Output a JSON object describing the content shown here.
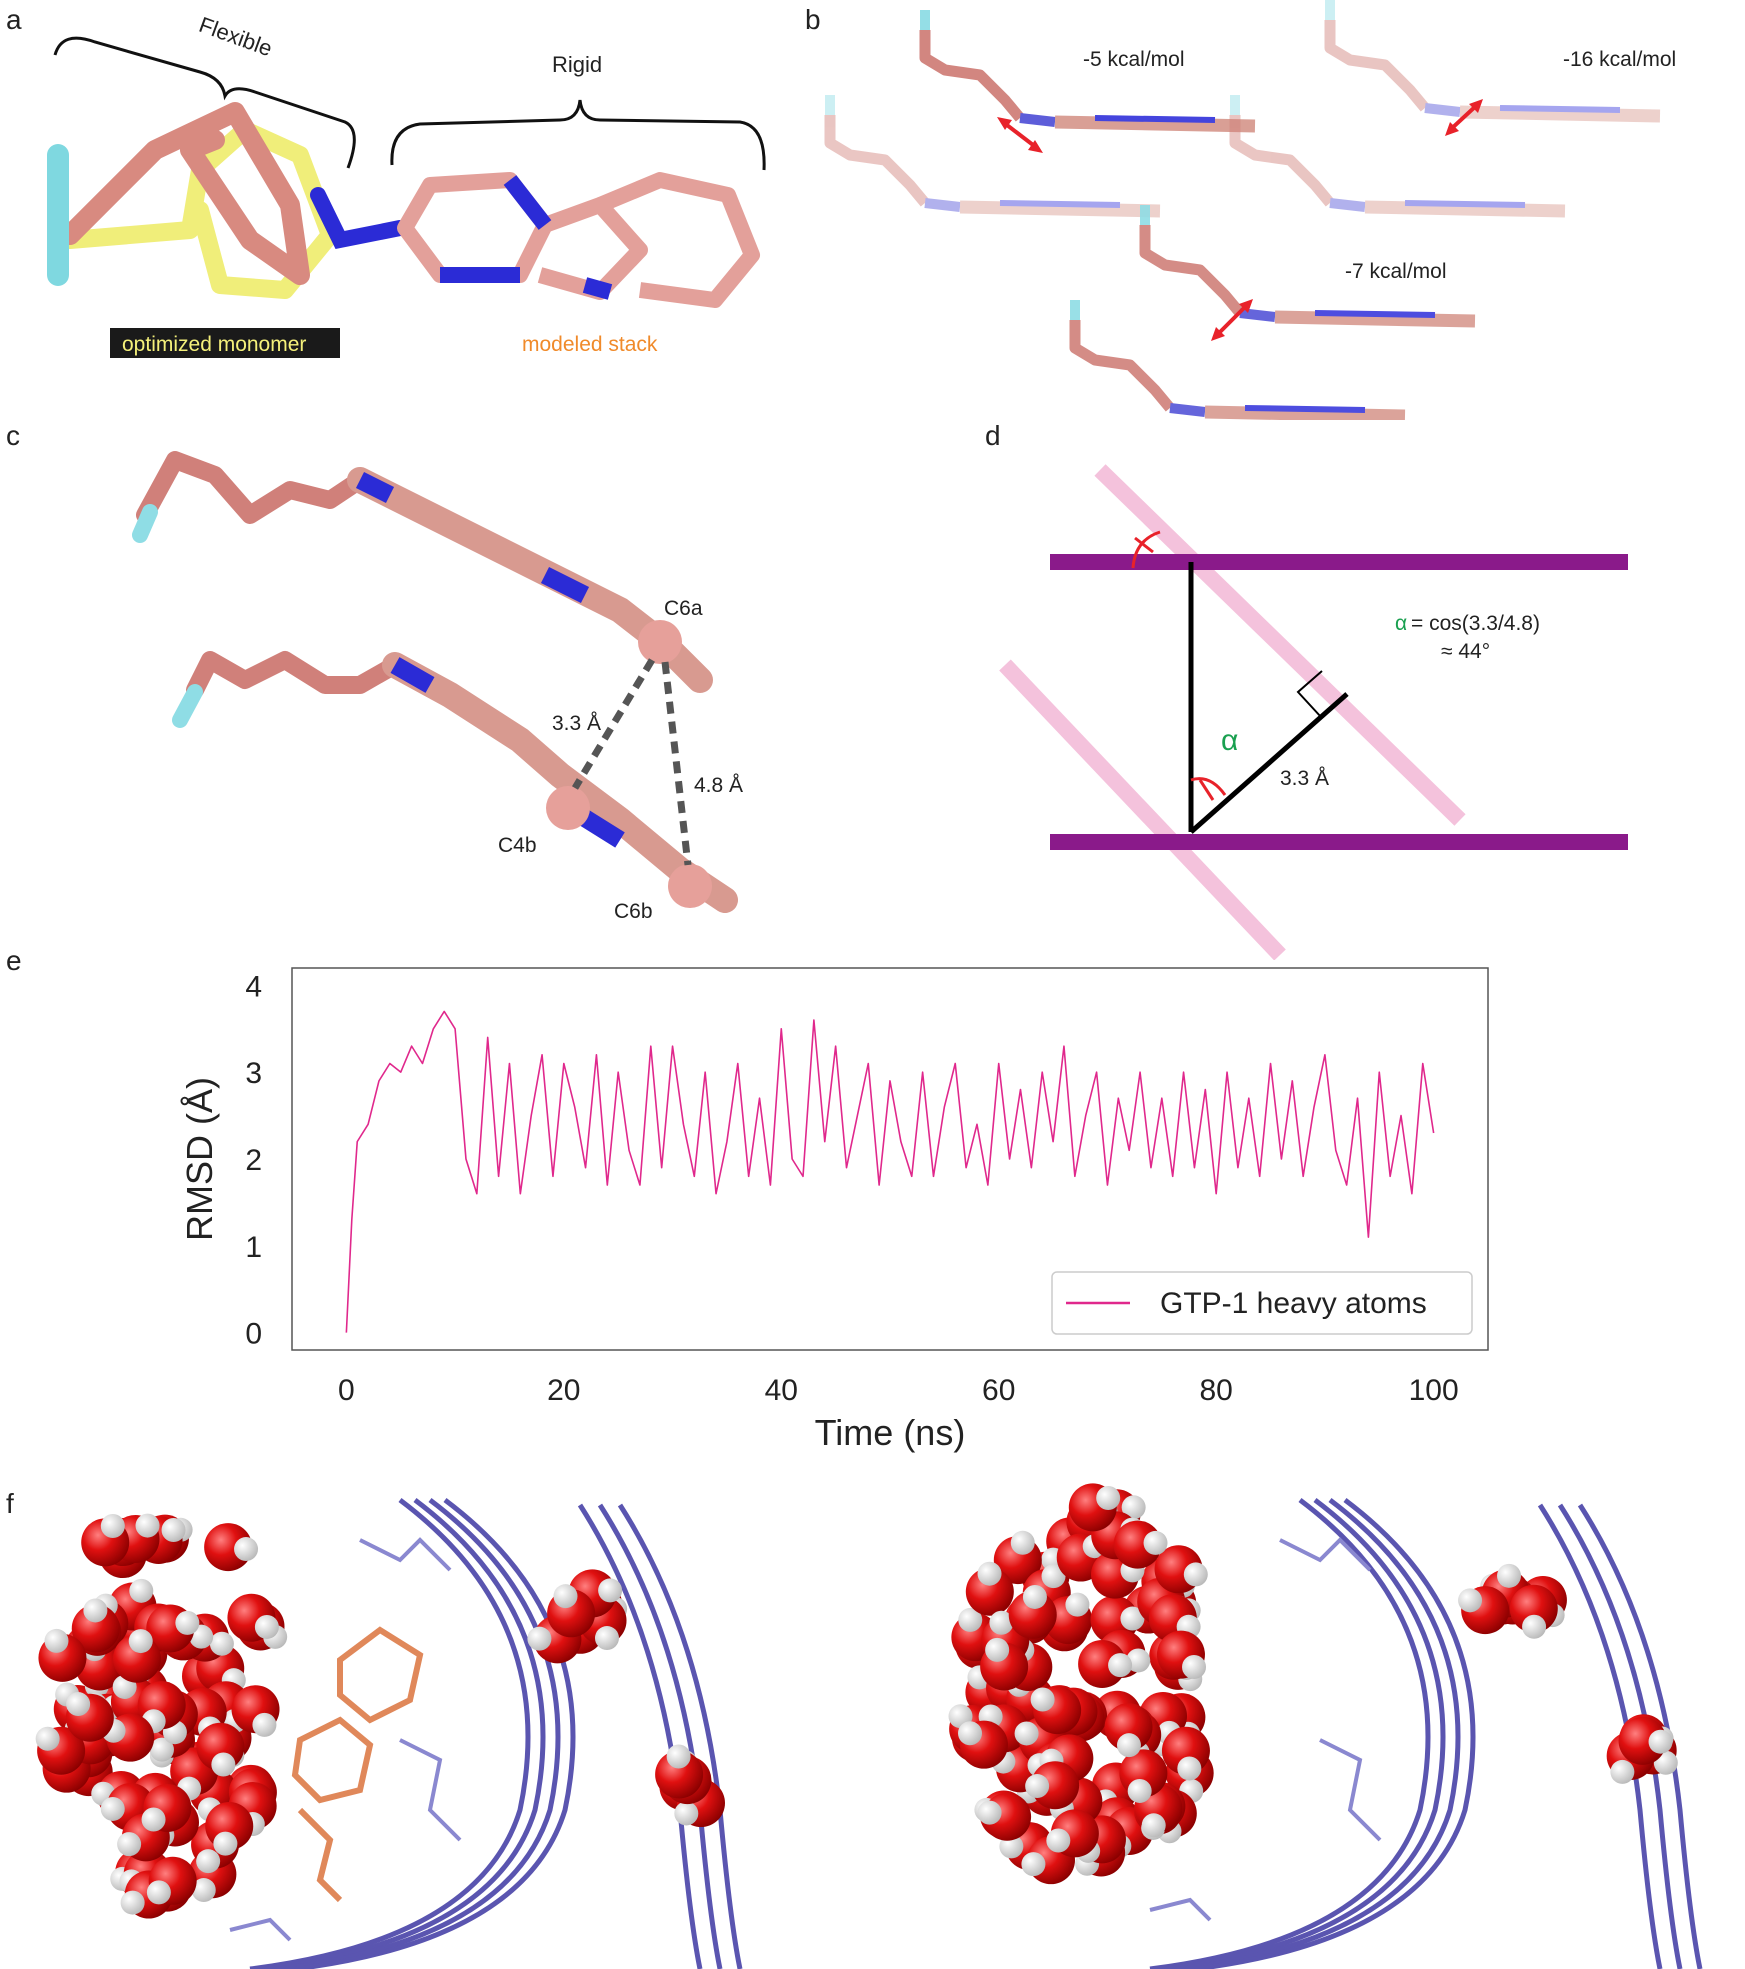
{
  "panels": {
    "a": {
      "label": "a",
      "bracket_left": "Flexible",
      "bracket_right": "Rigid",
      "legend_monomer": "optimized monomer",
      "legend_stack": "modeled stack",
      "colors": {
        "monomer": "#f4f07a",
        "stack": "#e08a70",
        "nitrogen": "#2b2bd6",
        "fluorine": "#7fd8e0"
      }
    },
    "b": {
      "label": "b",
      "energy_1": "-5 kcal/mol",
      "energy_2": "-16 kcal/mol",
      "energy_3": "-7 kcal/mol",
      "colors": {
        "arrow": "#e8222a"
      }
    },
    "c": {
      "label": "c",
      "atom_1": "C6a",
      "atom_2": "C4b",
      "atom_3": "C6b",
      "dist_1": "3.3 Å",
      "dist_2": "4.8 Å"
    },
    "d": {
      "label": "d",
      "alpha_symbol": "α",
      "formula_rest": "= cos(3.3/4.8)",
      "approx": "≈  44°",
      "dist": "3.3 Å",
      "colors": {
        "plane": "#8a1a8a",
        "tilted": "#f4c2dc",
        "alpha": "#1aa050",
        "angle": "#e8222a"
      }
    },
    "f": {
      "label": "f"
    }
  },
  "chart_data": {
    "type": "line",
    "panel_label": "e",
    "xlabel": "Time (ns)",
    "ylabel": "RMSD (Å)",
    "xlim": [
      -5,
      105
    ],
    "ylim": [
      -0.2,
      4.2
    ],
    "xticks": [
      0,
      20,
      40,
      60,
      80,
      100
    ],
    "yticks": [
      0,
      1,
      2,
      3,
      4
    ],
    "legend_position": "lower-right",
    "grid": false,
    "series": [
      {
        "name": "GTP-1 heavy atoms",
        "color": "#e0288c",
        "x": [
          0,
          0.5,
          1,
          2,
          3,
          4,
          5,
          6,
          7,
          8,
          9,
          10,
          11,
          12,
          13,
          14,
          15,
          16,
          17,
          18,
          19,
          20,
          21,
          22,
          23,
          24,
          25,
          26,
          27,
          28,
          29,
          30,
          31,
          32,
          33,
          34,
          35,
          36,
          37,
          38,
          39,
          40,
          41,
          42,
          43,
          44,
          45,
          46,
          47,
          48,
          49,
          50,
          51,
          52,
          53,
          54,
          55,
          56,
          57,
          58,
          59,
          60,
          61,
          62,
          63,
          64,
          65,
          66,
          67,
          68,
          69,
          70,
          71,
          72,
          73,
          74,
          75,
          76,
          77,
          78,
          79,
          80,
          81,
          82,
          83,
          84,
          85,
          86,
          87,
          88,
          89,
          90,
          91,
          92,
          93,
          94,
          95,
          96,
          97,
          98,
          99,
          100
        ],
        "y": [
          0.0,
          1.3,
          2.2,
          2.4,
          2.9,
          3.1,
          3.0,
          3.3,
          3.1,
          3.5,
          3.7,
          3.5,
          2.0,
          1.6,
          3.4,
          1.8,
          3.1,
          1.6,
          2.5,
          3.2,
          1.8,
          3.1,
          2.6,
          1.9,
          3.2,
          1.7,
          3.0,
          2.1,
          1.7,
          3.3,
          1.9,
          3.3,
          2.4,
          1.8,
          3.0,
          1.6,
          2.2,
          3.1,
          1.8,
          2.7,
          1.7,
          3.5,
          2.0,
          1.8,
          3.6,
          2.2,
          3.3,
          1.9,
          2.5,
          3.1,
          1.7,
          2.9,
          2.2,
          1.8,
          3.0,
          1.8,
          2.6,
          3.1,
          1.9,
          2.4,
          1.7,
          3.1,
          2.0,
          2.8,
          1.9,
          3.0,
          2.2,
          3.3,
          1.8,
          2.5,
          3.0,
          1.7,
          2.7,
          2.1,
          3.0,
          1.9,
          2.7,
          1.8,
          3.0,
          1.9,
          2.8,
          1.6,
          3.0,
          1.9,
          2.7,
          1.8,
          3.1,
          2.0,
          2.9,
          1.8,
          2.6,
          3.2,
          2.1,
          1.7,
          2.7,
          1.1,
          3.0,
          1.8,
          2.5,
          1.6,
          3.1,
          2.3
        ]
      }
    ]
  }
}
